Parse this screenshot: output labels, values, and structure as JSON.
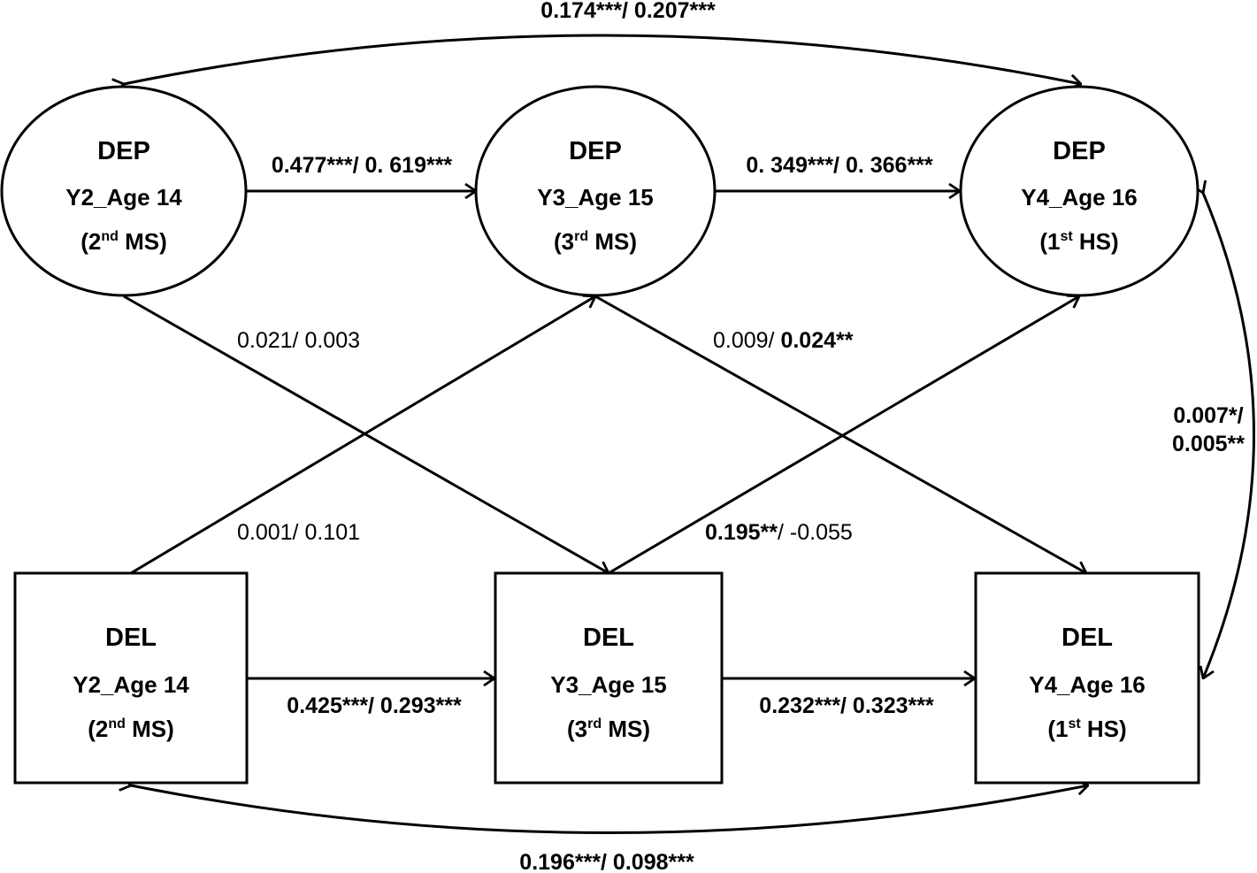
{
  "diagram": {
    "nodes": {
      "dep_y2": {
        "title": "DEP",
        "wave": "Y2_Age 14",
        "grade_open": "(2",
        "grade_sup": "nd",
        "grade_close": " MS)"
      },
      "dep_y3": {
        "title": "DEP",
        "wave": "Y3_Age 15",
        "grade_open": "(3",
        "grade_sup": "rd",
        "grade_close": " MS)"
      },
      "dep_y4": {
        "title": "DEP",
        "wave": "Y4_Age 16",
        "grade_open": "(1",
        "grade_sup": "st",
        "grade_close": " HS)"
      },
      "del_y2": {
        "title": "DEL",
        "wave": "Y2_Age 14",
        "grade_open": "(2",
        "grade_sup": "nd",
        "grade_close": " MS)"
      },
      "del_y3": {
        "title": "DEL",
        "wave": "Y3_Age 15",
        "grade_open": "(3",
        "grade_sup": "rd",
        "grade_close": " MS)"
      },
      "del_y4": {
        "title": "DEL",
        "wave": "Y4_Age 16",
        "grade_open": "(1",
        "grade_sup": "st",
        "grade_close": " HS)"
      }
    },
    "paths": {
      "dep_y2_to_dep_y3": "0.477***/ 0. 619***",
      "dep_y3_to_dep_y4": "0. 349***/ 0. 366***",
      "del_y2_to_del_y3": "0.425***/ 0.293***",
      "del_y3_to_del_y4": "0.232***/ 0.323***",
      "dep_y2_to_del_y3": "0.021/ 0.003",
      "del_y2_to_dep_y3": "0.001/ 0.101",
      "dep_y3_to_del_y4_a": "0.009/ ",
      "dep_y3_to_del_y4_b": "0.024**",
      "del_y3_to_dep_y4_a": "0.195**",
      "del_y3_to_dep_y4_b": "/ -0.055",
      "dep_y2_dep_y4": "0.174***/ 0.207***",
      "del_y2_del_y4": "0.196***/ 0.098***",
      "dep_y4_del_y4_line1": "0.007*/",
      "dep_y4_del_y4_line2": "0.005**"
    }
  }
}
